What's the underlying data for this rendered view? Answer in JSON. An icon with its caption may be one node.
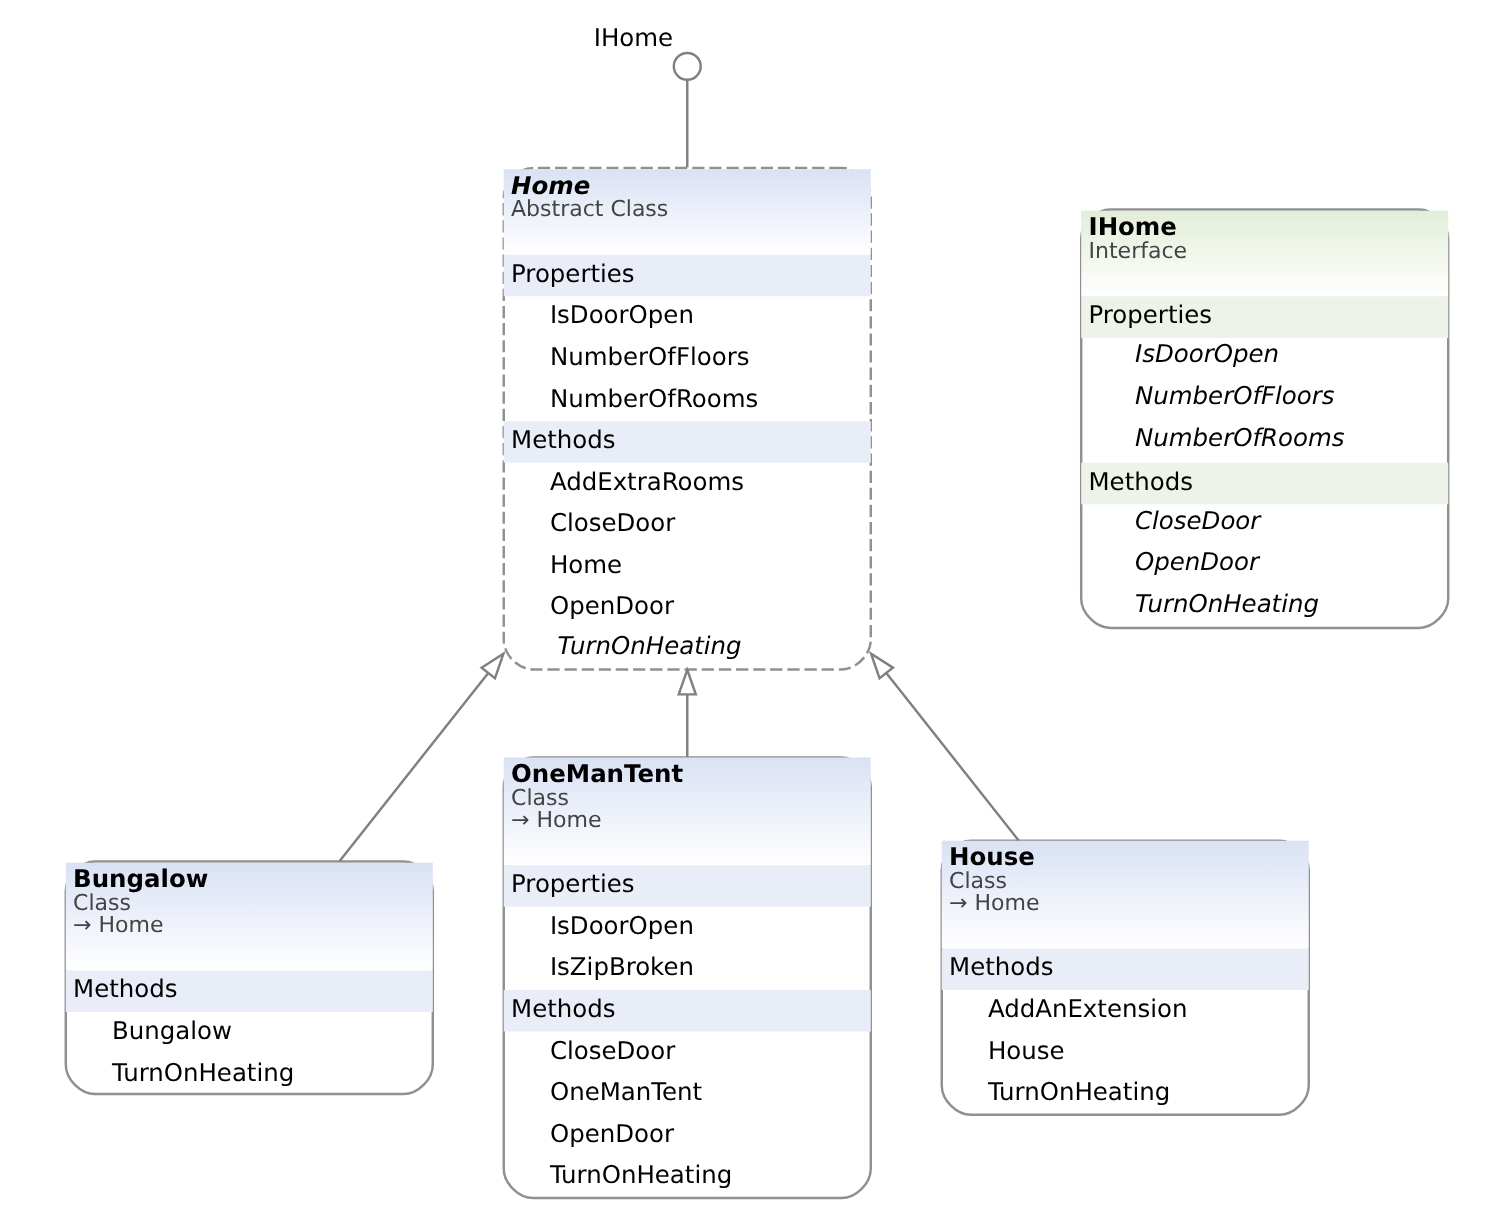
{
  "diagram": {
    "nodes": [
      {
        "text": [],
        "shape": "circle",
        "beside": [
          "IHome"
        ]
      },
      {
        "text": [
          "Home",
          "Abstract Class",
          "Properties",
          "IsDoorOpen",
          "NumberOfFloors",
          "NumberOfRooms",
          "Methods",
          "AddExtraRooms",
          "CloseDoor",
          "Home",
          "OpenDoor",
          "TurnOnHeating"
        ]
      },
      {
        "text": [
          "IHome",
          "Interface",
          "Properties",
          "IsDoorOpen",
          "NumberOfFloors",
          "NumberOfRooms",
          "Methods",
          "CloseDoor",
          "OpenDoor",
          "TurnOnHeating"
        ]
      },
      {
        "text": [
          "Bungalow",
          "Class",
          "→ Home",
          "Methods",
          "Bungalow",
          "TurnOnHeating"
        ]
      },
      {
        "text": [
          "OneManTent",
          "Class",
          "→ Home",
          "Properties",
          "IsDoorOpen",
          "IsZipBroken",
          "Methods",
          "CloseDoor",
          "OneManTent",
          "OpenDoor",
          "TurnOnHeating"
        ]
      },
      {
        "text": [
          "House",
          "Class",
          "→ Home",
          "Methods",
          "AddAnExtension",
          "House",
          "TurnOnHeating"
        ]
      }
    ],
    "edges": [
      {
        "from": 0,
        "to": 1,
        "arrow": "none"
      },
      {
        "from": 3,
        "to": 1,
        "arrow": "to"
      },
      {
        "from": 4,
        "to": 1,
        "arrow": "to"
      },
      {
        "from": 5,
        "to": 1,
        "arrow": "to"
      }
    ]
  }
}
